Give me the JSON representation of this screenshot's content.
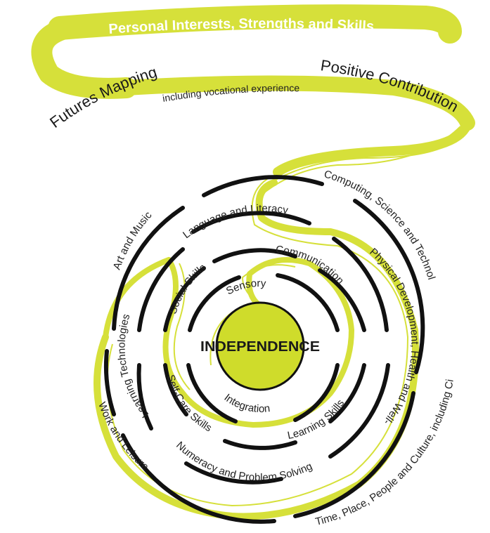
{
  "colors": {
    "ribbon": "#d6e03a",
    "rings": "#111111",
    "center": "#cfdc2b",
    "banner_text": "#ffffff",
    "label_text": "#222222"
  },
  "banner": {
    "title": "Personal Interests, Strengths and Skills",
    "left_label": "Futures Mapping",
    "subtitle": "including vocational experience",
    "right_label": "Positive Contribution"
  },
  "center": {
    "label": "INDEPENDENCE"
  },
  "rings": {
    "outer": {
      "art": "Art and Music",
      "computing": "Computing, Science and Technology",
      "time_place": "Time, Place, People and Culture, including Citizenship",
      "work": "Work and Leisure"
    },
    "third": {
      "language": "Language and Literacy",
      "physical": "Physical Development, Health and Well-Being",
      "numeracy": "Numeracy and Problem Solving",
      "learning_tech": "Learning Technologies"
    },
    "second": {
      "social": "Social Skills",
      "communication": "Communication",
      "learning_skills": "Learning Skills",
      "self_care": "Self-Care Skills"
    },
    "inner": {
      "sensory": "Sensory",
      "integration": "Integration"
    }
  }
}
